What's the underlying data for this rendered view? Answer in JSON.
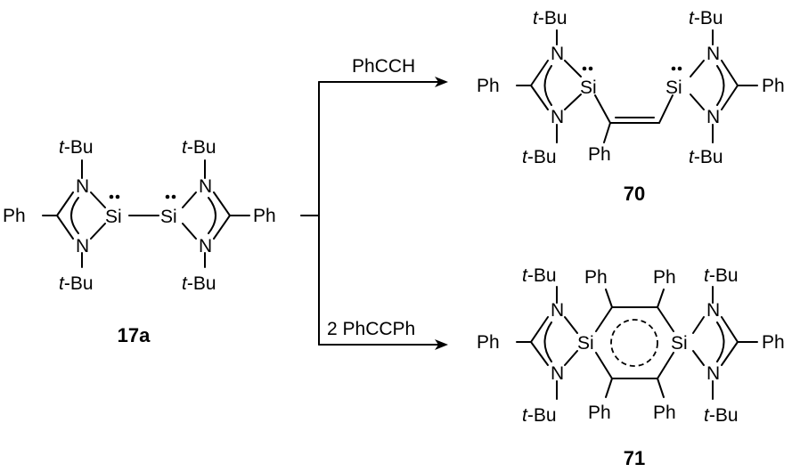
{
  "compounds": {
    "start": "17a",
    "product_top": "70",
    "product_bottom": "71"
  },
  "reagents": {
    "top": "PhCCH",
    "bottom": "2 PhCCPh"
  },
  "atoms": {
    "t_prefix": "t",
    "bu_suffix": "-Bu",
    "n": "N",
    "si": "Si",
    "ph": "Ph"
  }
}
